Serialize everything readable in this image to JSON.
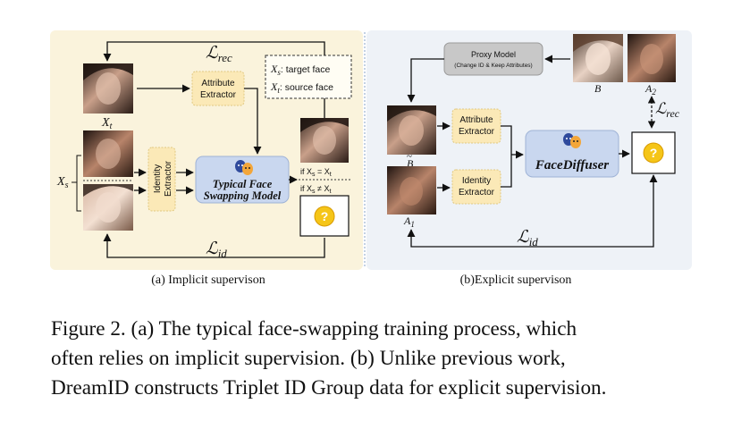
{
  "panel_a": {
    "loss_rec": "ℒ",
    "loss_rec_sub": "rec",
    "loss_id": "ℒ",
    "loss_id_sub": "id",
    "xt_label": "X",
    "xt_sub": "t",
    "xs_label": "X",
    "xs_sub": "s",
    "legend_line1_var": "X",
    "legend_line1_sub": "s",
    "legend_line1_text": ": target face",
    "legend_line2_var": "X",
    "legend_line2_sub": "t",
    "legend_line2_text": ": source face",
    "attribute_extractor": [
      "Attribute",
      "Extractor"
    ],
    "identity_extractor": [
      "Identity",
      "Extractor"
    ],
    "model_title": [
      "Typical Face",
      "Swapping Model"
    ],
    "cond_equal": "if X",
    "cond_equal_sub": "s",
    "cond_equal_rest": " = X",
    "cond_equal_sub2": "t",
    "cond_notequal": "if X",
    "cond_notequal_sub": "s",
    "cond_notequal_rest": " ≠ X",
    "cond_notequal_sub2": "t",
    "question_mark": "?",
    "caption": "(a) Implicit supervison"
  },
  "panel_b": {
    "proxy_model_title": "Proxy Model",
    "proxy_model_subtitle": "(Change ID & Keep Attributes)",
    "b_label": "B",
    "a2_label": "A",
    "a2_sub": "2",
    "btilde_label": "B",
    "a1_label": "A",
    "a1_sub": "1",
    "loss_rec": "ℒ",
    "loss_rec_sub": "rec",
    "loss_id": "ℒ",
    "loss_id_sub": "id",
    "attribute_extractor": [
      "Attribute",
      "Extractor"
    ],
    "identity_extractor": [
      "Identity",
      "Extractor"
    ],
    "model_title": "FaceDiffuser",
    "question_mark": "?",
    "caption": "(b)Explicit supervison"
  },
  "caption_lines": [
    "Figure 2.  (a) The typical face-swapping training process, which",
    "often relies on implicit supervision.  (b) Unlike previous work,",
    "DreamID constructs Triplet ID Group data for explicit supervision."
  ],
  "colors": {
    "panel_a_bg": "#faf3dc",
    "panel_b_bg": "#eef2f7",
    "extractor_fill": "#fbe9b7",
    "model_fill": "#c9d7ef",
    "proxy_fill": "#c8c8c8",
    "question_fill": "#f5c518"
  }
}
